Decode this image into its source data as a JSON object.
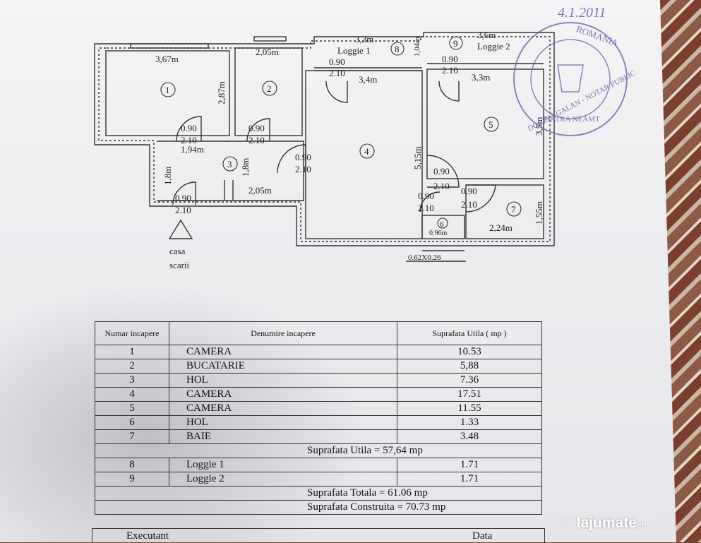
{
  "plan": {
    "room_numbers": [
      "1",
      "2",
      "3",
      "4",
      "5",
      "6",
      "7",
      "8",
      "9"
    ],
    "loggia1_label": "Loggie 1",
    "loggia2_label": "Loggie 2",
    "dims": {
      "d_3_3": "3,3m",
      "d_3_6": "3,6m",
      "d_3_67": "3,67m",
      "d_2_05_top": "2,05m",
      "d_1_04": "1,04m",
      "d_2_87": "2,87m",
      "d_3_4": "3,4m",
      "d_3_3b": "3,3m",
      "d_1_94": "1,94m",
      "d_1_8a": "1,8m",
      "d_1_8b": "1,8m",
      "d_2_05_bot": "2,05m",
      "d_5_15": "5,15m",
      "d_3_5": "3,5m",
      "d_1_55": "1,55m",
      "d_2_24": "2,24m",
      "d_0_96": "0,96m",
      "d_062": "0.62X0.26"
    },
    "door_w": "0.90",
    "door_h": "2.10",
    "stair_label_1": "casa",
    "stair_label_2": "scarii"
  },
  "stamp": {
    "date": "4.1.2011",
    "text_top": "ROMANIA",
    "text_ring": "DORINA GALAN - NOTAR PUBLIC",
    "text_bottom": "PIATRA NEAMT"
  },
  "table": {
    "headers": [
      "Numar incapere",
      "Denumire incapere",
      "Suprafata Utila ( mp )"
    ],
    "rows": [
      {
        "nr": "1",
        "name": "CAMERA",
        "area": "10.53"
      },
      {
        "nr": "2",
        "name": "BUCATARIE",
        "area": "5,88"
      },
      {
        "nr": "3",
        "name": "HOL",
        "area": "7.36"
      },
      {
        "nr": "4",
        "name": "CAMERA",
        "area": "17.51"
      },
      {
        "nr": "5",
        "name": "CAMERA",
        "area": "11.55"
      },
      {
        "nr": "6",
        "name": "HOL",
        "area": "1.33"
      },
      {
        "nr": "7",
        "name": "BAIE",
        "area": "3.48"
      }
    ],
    "utila": "Suprafata Utila =  57,64 mp",
    "loggia_rows": [
      {
        "nr": "8",
        "name": "Loggie 1",
        "area": "1.71"
      },
      {
        "nr": "9",
        "name": "Loggie 2",
        "area": "1.71"
      }
    ],
    "totala": "Suprafata Totala =  61.06 mp",
    "construita": "Suprafata Construita =  70.73 mp"
  },
  "footer": {
    "executant": "Executant",
    "data": "Data"
  },
  "watermark": {
    "brand": "lajumate",
    "tld": ".ro"
  }
}
